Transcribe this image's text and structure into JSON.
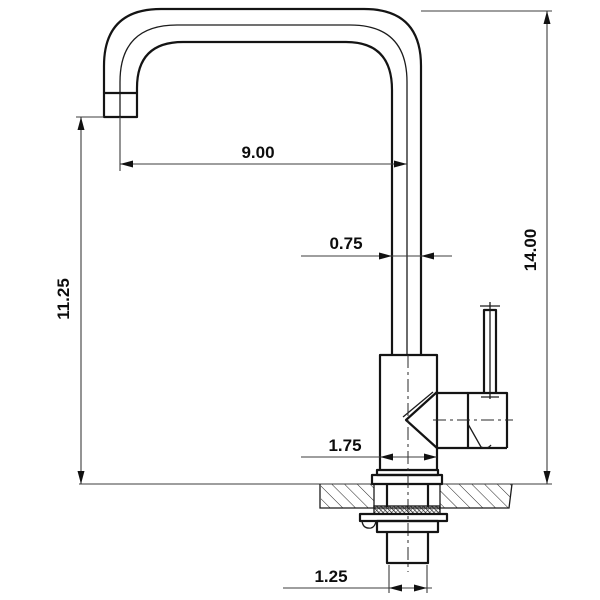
{
  "drawing": {
    "kind": "kitchen-faucet-dimensional-drawing",
    "dimensions": {
      "spout_reach": "9.00",
      "spout_tube_width": "0.75",
      "spout_clearance_height": "11.25",
      "overall_height": "14.00",
      "body_base_width": "1.75",
      "shank_width": "1.25"
    },
    "colors": {
      "background": "#ffffff",
      "object_line": "#141414",
      "dimension_line": "#3d3d3d",
      "text": "#0d0d0d"
    }
  }
}
